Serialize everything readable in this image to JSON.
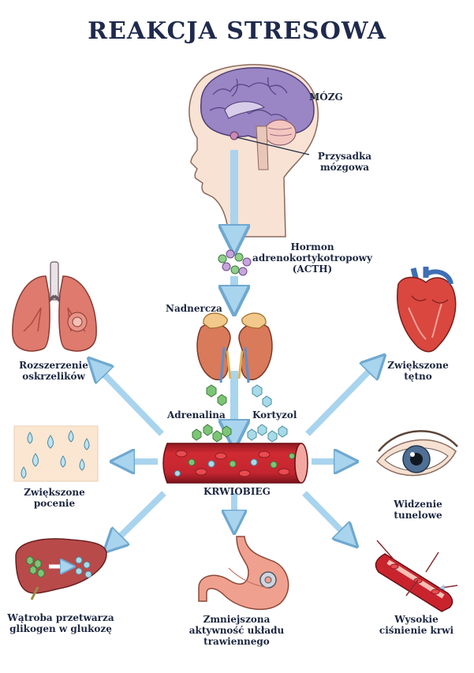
{
  "title": "REAKCJA STRESOWA",
  "labels": {
    "brain": "MÓZG",
    "pituitary": "Przysadka\nmózgowa",
    "acth": "Hormon\nadrenokortykotropowy\n(ACTH)",
    "adrenal": "Nadnercza",
    "adrenaline": "Adrenalina",
    "cortisol": "Kortyzol",
    "bloodstream": "KRWIOBIEG",
    "lungs": "Rozszerzenie\noskrzelików",
    "heart": "Zwiększone\ntętno",
    "sweat": "Zwiększone\npocenie",
    "eye": "Widzenie\ntunelowe",
    "liver": "Wątroba przetwarza\nglikogen w glukozę",
    "stomach": "Zmniejszona\naktywność układu\ntrawiennego",
    "pressure": "Wysokie\nciśnienie krwi"
  },
  "colors": {
    "title": "#1f2a4d",
    "arrow": "#a9d4ee",
    "arrow_stroke": "#6fa8cf",
    "brain": "#9a86c4",
    "skin": "#f8e2d4",
    "blood": "#c9242e",
    "organ_red": "#d9534a",
    "kidney": "#d97a5a",
    "adrenal_gland": "#f2c98a",
    "green_molecule": "#7cc576",
    "blue_molecule": "#a7dbe8",
    "liver": "#b84a4a",
    "stomach": "#f0a08e",
    "eye_iris": "#4f6f94"
  }
}
